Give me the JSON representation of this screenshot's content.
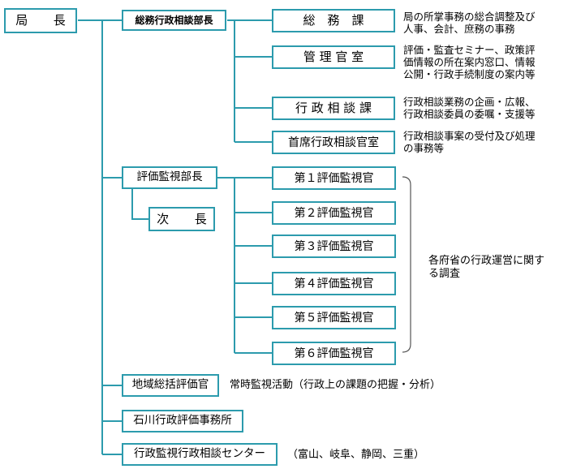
{
  "top": {
    "label": "局　長"
  },
  "general_affairs": {
    "head": "総務行政相談部長",
    "units": [
      "総　務　課",
      "管 理 官 室",
      "行 政 相 談 課",
      "首席行政相談官室"
    ],
    "notes": [
      "局の所掌事務の総合調整及び\n人事、会計、庶務の事務",
      "評価・監査セミナー、政策評\n価情報の所在案内窓口、情報\n公開・行政手続制度の案内等",
      "行政相談業務の企画・広報、\n行政相談委員の委嘱・支援等",
      "行政相談事案の受付及び処理\nの事務等"
    ]
  },
  "evaluation": {
    "head": "評価監視部長",
    "deputy": "次　長",
    "officers": [
      "第１評価監視官",
      "第２評価監視官",
      "第３評価監視官",
      "第４評価監視官",
      "第５評価監視官",
      "第６評価監視官"
    ],
    "note": "各府省の行政運営に関す\nる調査"
  },
  "regional": {
    "label": "地域総括評価官",
    "note": "常時監視活動（行政上の課題の把握・分析）"
  },
  "ishikawa": {
    "label": "石川行政評価事務所"
  },
  "center": {
    "label": "行政監視行政相談センター",
    "note": "（富山、岐阜、静岡、三重）"
  },
  "colors": {
    "line": "#2c9bad",
    "bracket": "#555555"
  }
}
